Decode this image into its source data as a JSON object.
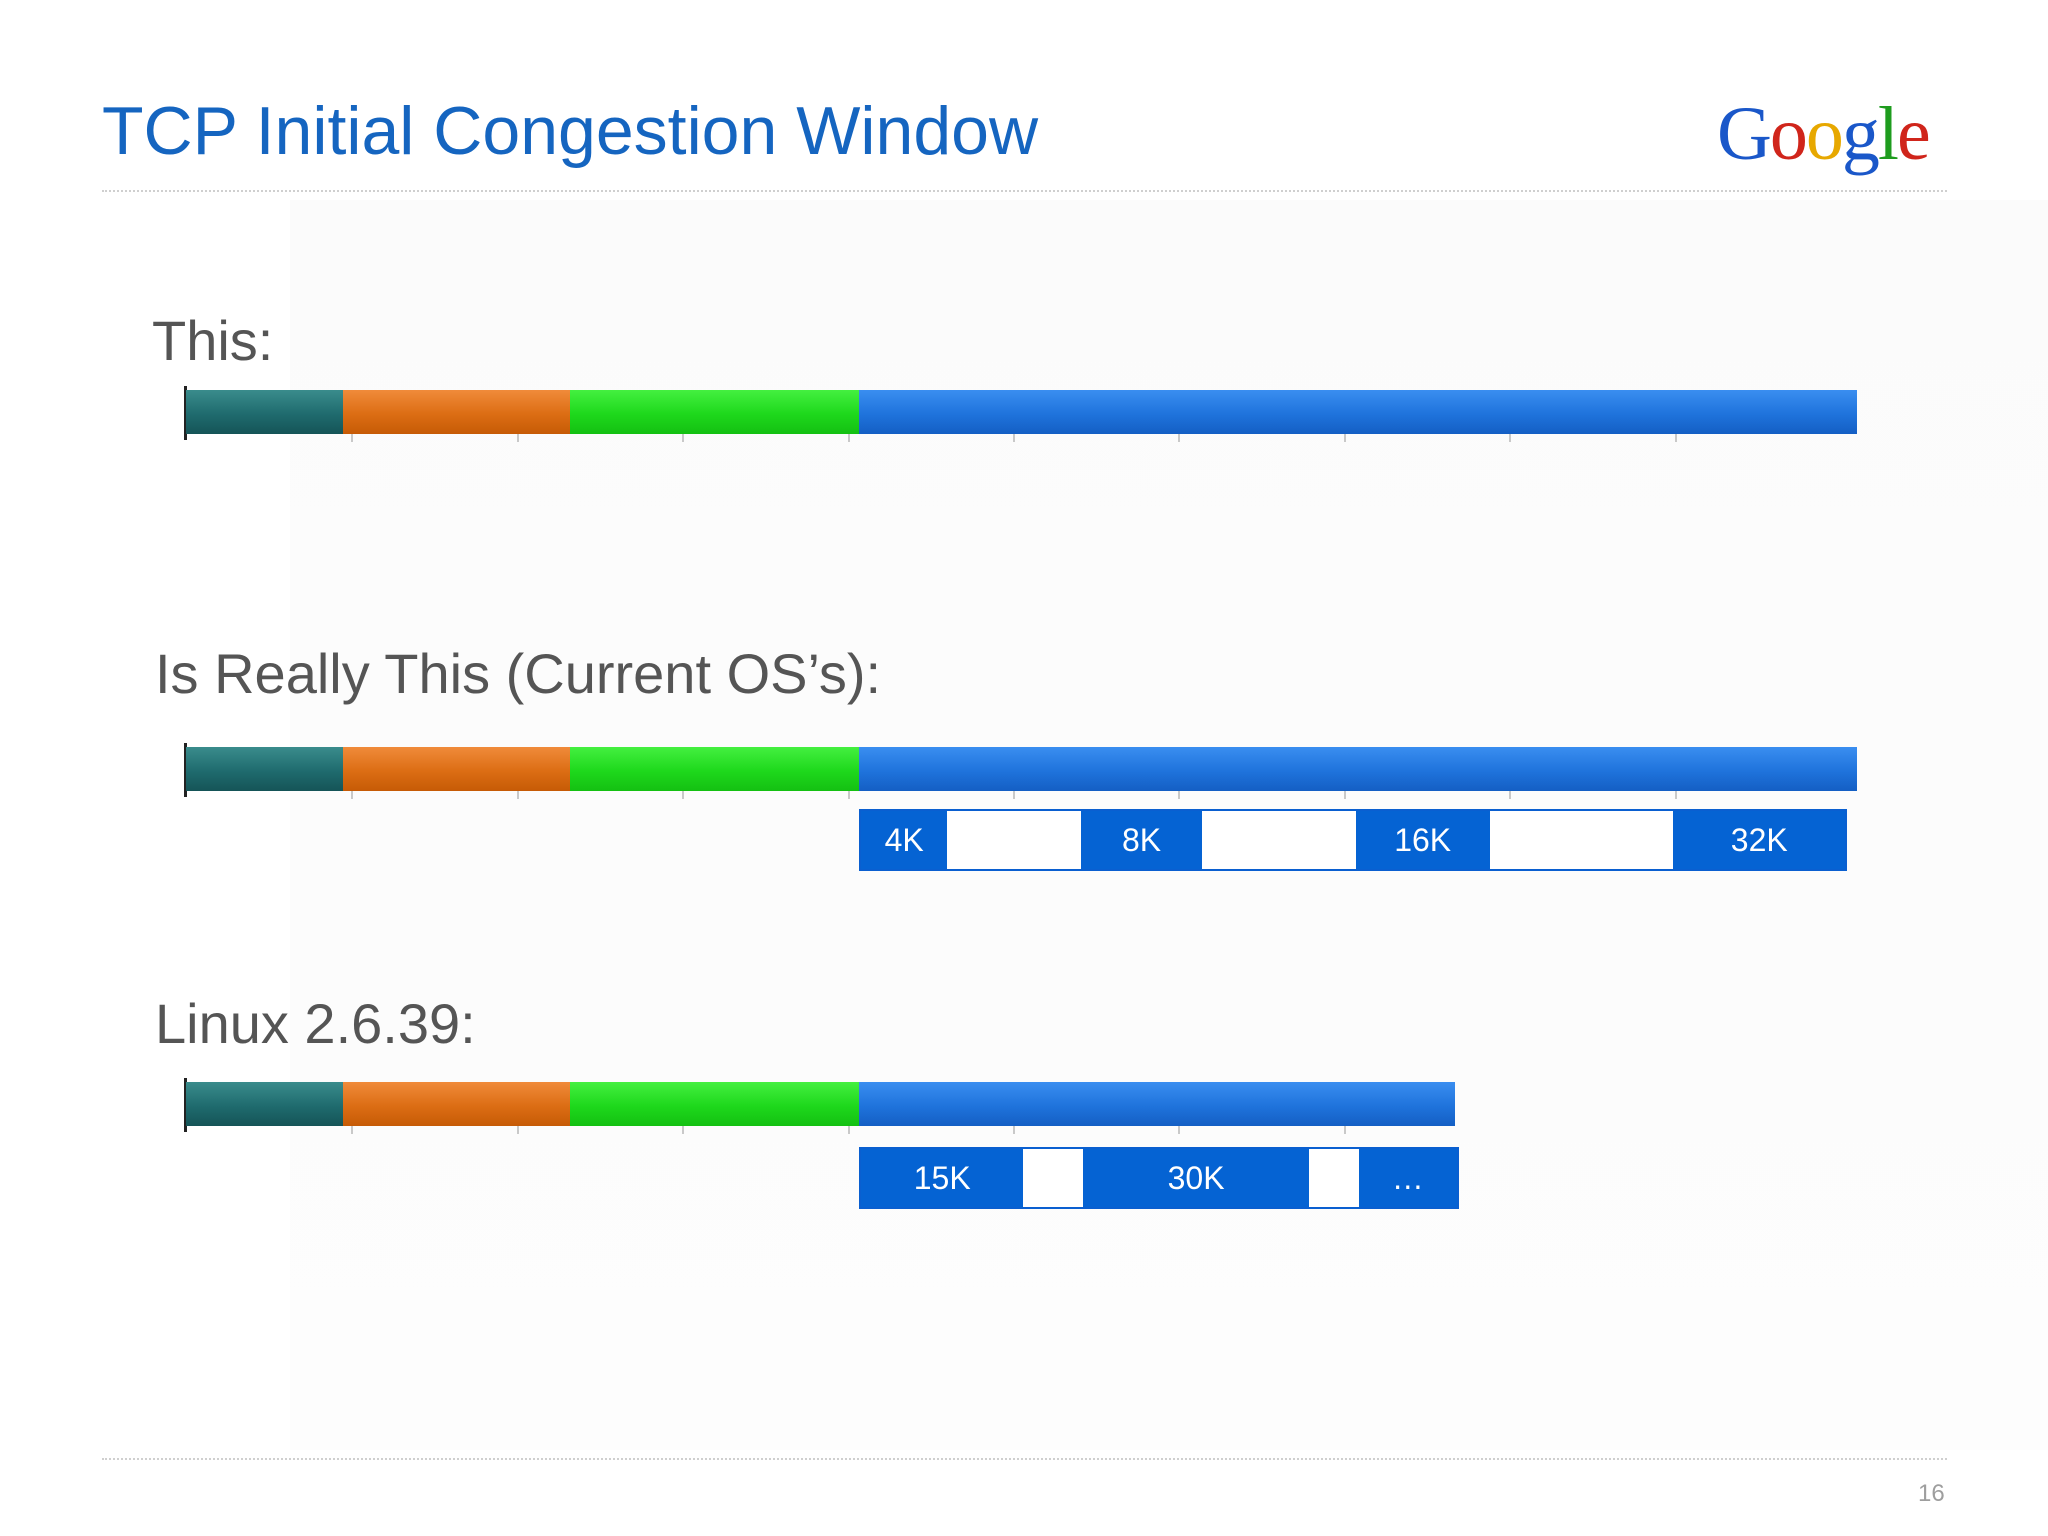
{
  "title": "TCP Initial Congestion Window",
  "logo": {
    "letters": [
      "G",
      "o",
      "o",
      "g",
      "l",
      "e"
    ],
    "colors": [
      "#1a57c9",
      "#d0251b",
      "#e7a800",
      "#1a57c9",
      "#1e9c1e",
      "#d0251b"
    ]
  },
  "page_number": "16",
  "colors": {
    "title": "#1565c0",
    "teal": "#1f6b6e",
    "orange": "#dc6d14",
    "green": "#1ed81c",
    "blue": "#1f73dc",
    "window_blue": "#0563d3"
  },
  "chart_data": [
    {
      "type": "bar",
      "label": "This:",
      "segments": [
        {
          "color": "teal",
          "value": 0.95
        },
        {
          "color": "orange",
          "value": 1.37
        },
        {
          "color": "green",
          "value": 1.75
        },
        {
          "color": "blue",
          "value": 6.03
        }
      ],
      "xlim": [
        0,
        10
      ]
    },
    {
      "type": "bar",
      "label": "Is Really This (Current OS’s):",
      "segments": [
        {
          "color": "teal",
          "value": 0.95
        },
        {
          "color": "orange",
          "value": 1.37
        },
        {
          "color": "green",
          "value": 1.75
        },
        {
          "color": "blue",
          "value": 6.03
        }
      ],
      "xlim": [
        0,
        10
      ],
      "windows": [
        {
          "label": "4K",
          "filled": true,
          "value": 0.52
        },
        {
          "label": "",
          "filled": false,
          "value": 0.81
        },
        {
          "label": "8K",
          "filled": true,
          "value": 0.73
        },
        {
          "label": "",
          "filled": false,
          "value": 0.93
        },
        {
          "label": "16K",
          "filled": true,
          "value": 0.81
        },
        {
          "label": "",
          "filled": false,
          "value": 1.11
        },
        {
          "label": "32K",
          "filled": true,
          "value": 1.04
        }
      ]
    },
    {
      "type": "bar",
      "label": "Linux 2.6.39:",
      "segments": [
        {
          "color": "teal",
          "value": 0.95
        },
        {
          "color": "orange",
          "value": 1.37
        },
        {
          "color": "green",
          "value": 1.75
        },
        {
          "color": "blue",
          "value": 3.6
        }
      ],
      "xlim": [
        0,
        10
      ],
      "windows": [
        {
          "label": "15K",
          "filled": true,
          "value": 0.98
        },
        {
          "label": "",
          "filled": false,
          "value": 0.36
        },
        {
          "label": "30K",
          "filled": true,
          "value": 1.37
        },
        {
          "label": "",
          "filled": false,
          "value": 0.3
        },
        {
          "label": "…",
          "filled": true,
          "value": 0.59
        }
      ]
    }
  ]
}
